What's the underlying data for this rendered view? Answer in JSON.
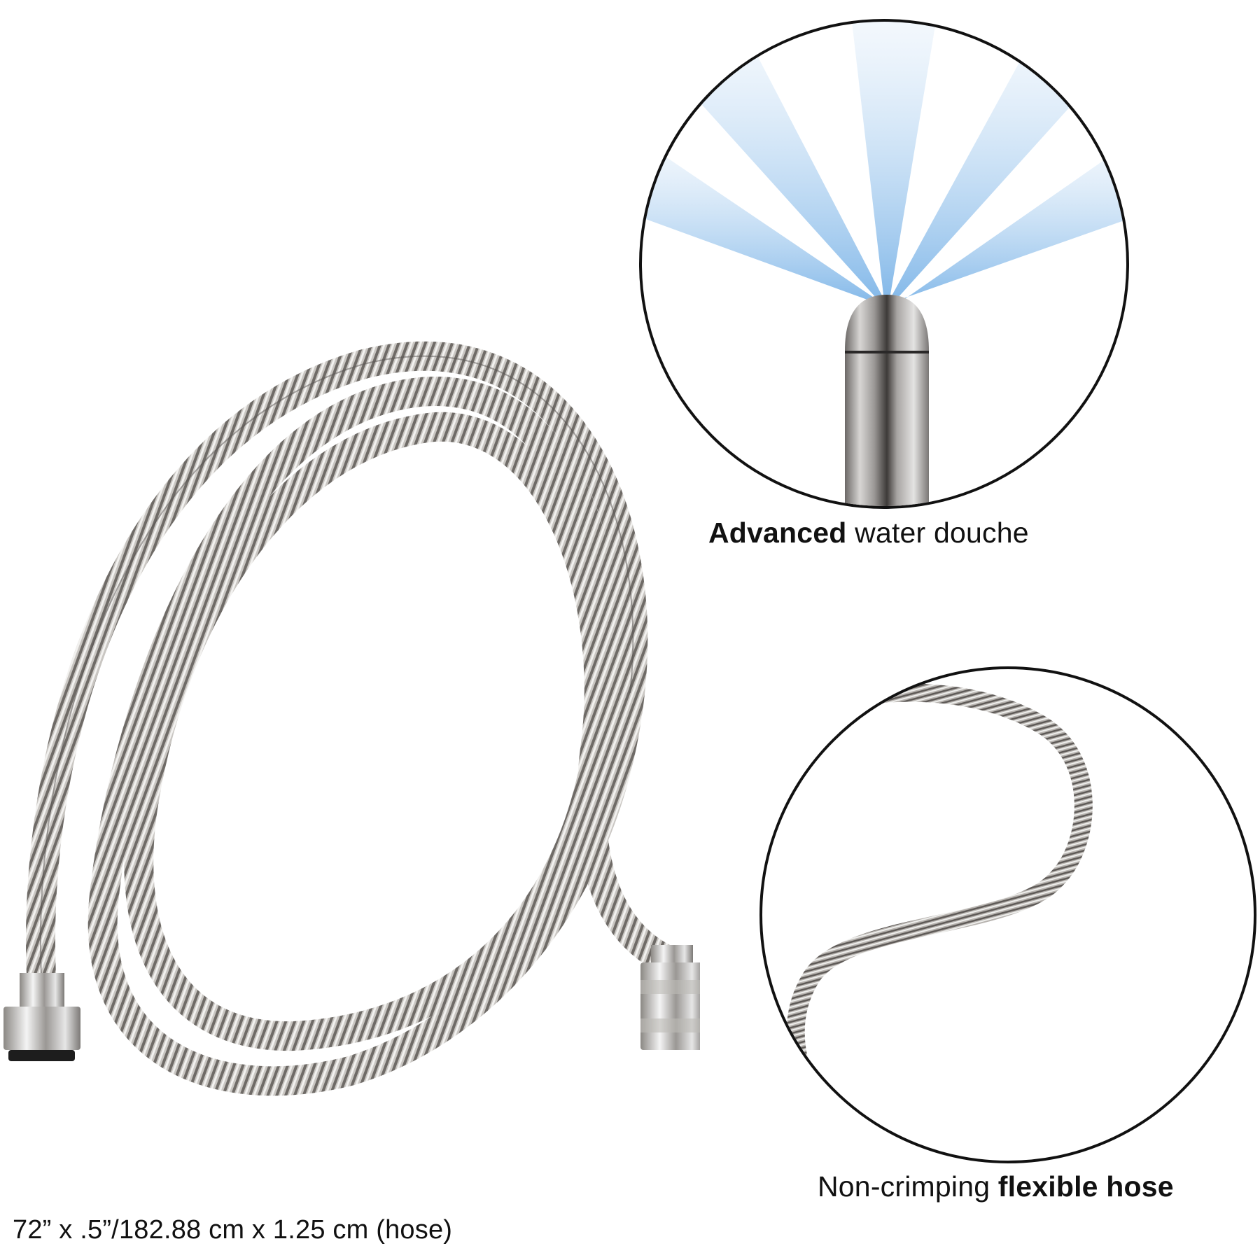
{
  "product_panels": {
    "main_image": {
      "subject": "coiled stainless steel shower hose with two end fittings",
      "dimensions_label": "72” x .5”/182.88 cm x 1.25 cm (hose)"
    },
    "feature_1": {
      "subject": "metal douche nozzle with water spray",
      "caption_bold": "Advanced",
      "caption_regular": " water douche"
    },
    "feature_2": {
      "subject": "S-curved flexible metal hose",
      "caption_regular": "Non-crimping ",
      "caption_bold": "flexible hose"
    }
  },
  "colors": {
    "background": "#ffffff",
    "circle_border": "#111111",
    "steel_light": "#e4e2df",
    "steel_mid": "#a8a4a0",
    "steel_dark": "#5e5a57",
    "water_spray": "#a9cdee",
    "text": "#111111"
  }
}
